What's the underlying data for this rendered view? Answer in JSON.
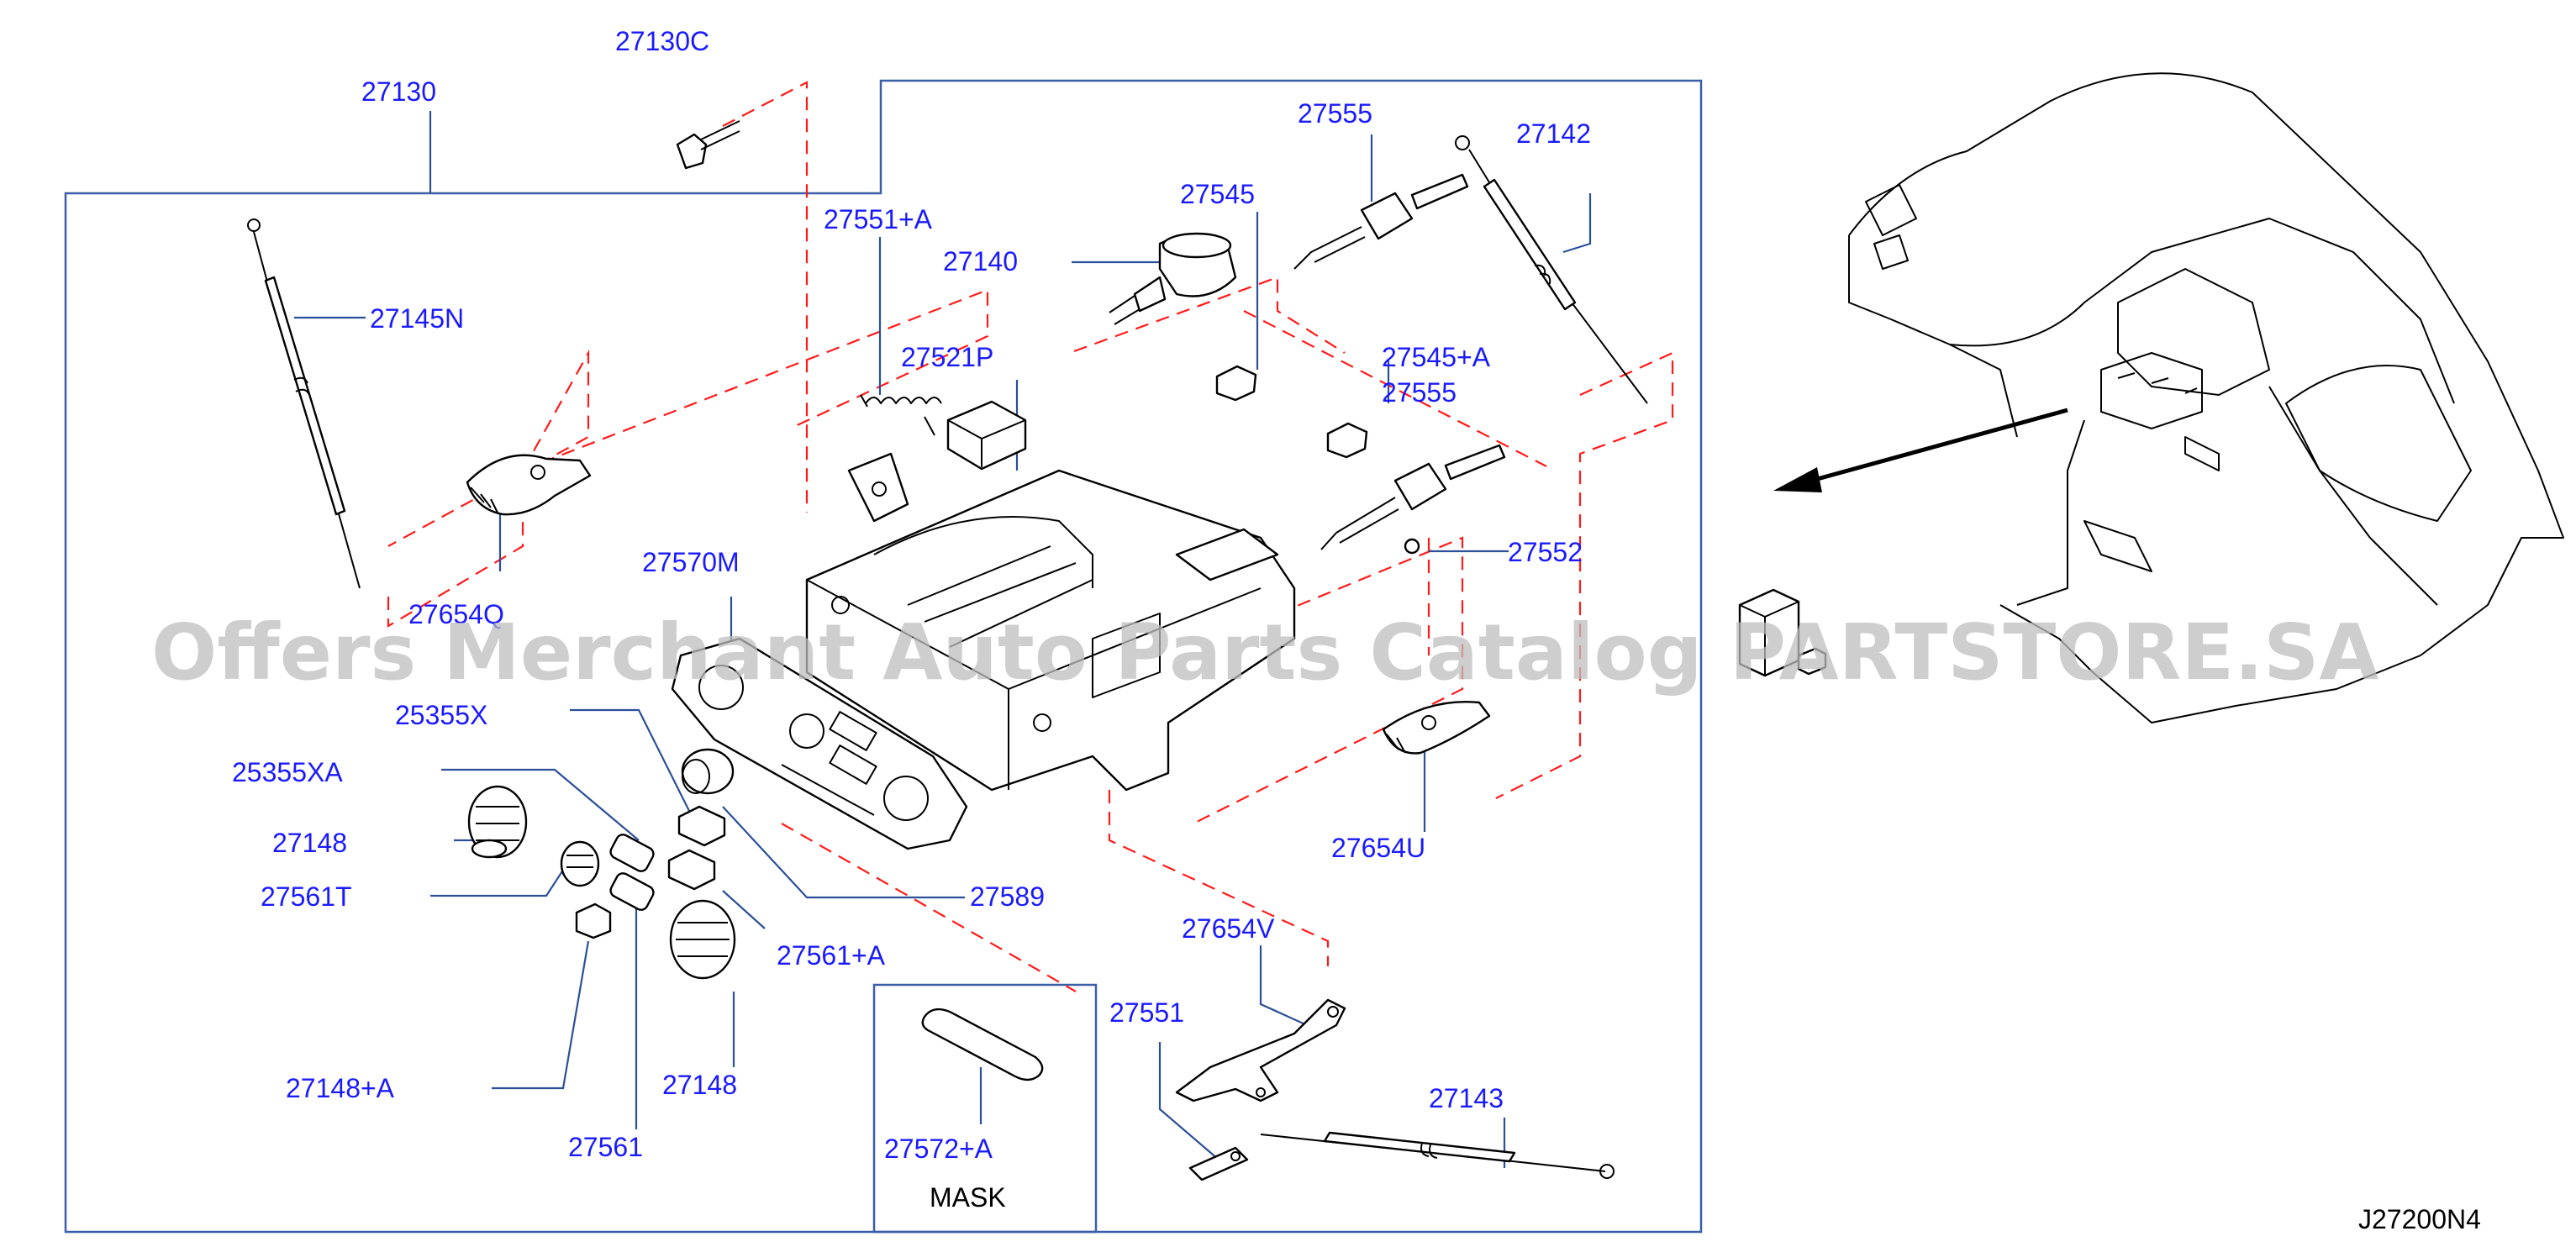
{
  "diagram": {
    "code": "J27200N4",
    "watermark": "Offers Merchant Auto Parts Catalog PARTSTORE.SA",
    "mask_label": "MASK",
    "labels": {
      "p27130": "27130",
      "p27130C": "27130C",
      "p27145N": "27145N",
      "p27654Q": "27654Q",
      "p27551A": "27551+A",
      "p27140": "27140",
      "p27545": "27545",
      "p27555a": "27555",
      "p27142": "27142",
      "p27521P": "27521P",
      "p27545A": "27545+A",
      "p27555b": "27555",
      "p27552": "27552",
      "p27570M": "27570M",
      "p25355X": "25355X",
      "p25355XA": "25355XA",
      "p27148a": "27148",
      "p27561T": "27561T",
      "p27589": "27589",
      "p27654U": "27654U",
      "p27654V": "27654V",
      "p27561A": "27561+A",
      "p27551": "27551",
      "p27143": "27143",
      "p27148A": "27148+A",
      "p27148b": "27148",
      "p27561": "27561",
      "p27572A": "27572+A"
    }
  }
}
